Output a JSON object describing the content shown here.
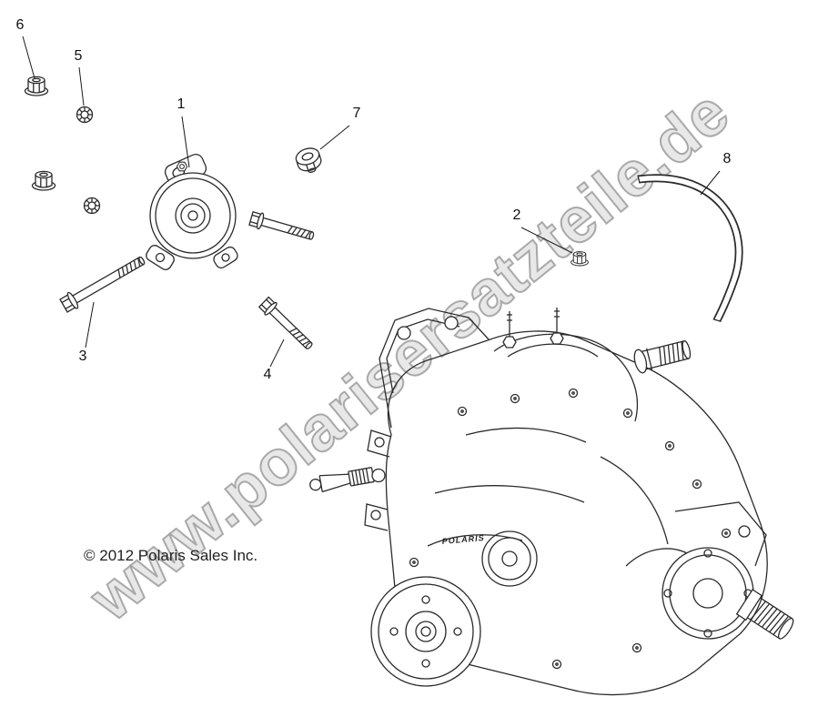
{
  "page": {
    "watermark": "www.polarisersatzteile.de",
    "copyright": "© 2012 Polaris Sales Inc."
  },
  "gearbox": {
    "case_label": "POLARIS"
  },
  "callouts": [
    {
      "label": "1"
    },
    {
      "label": "2"
    },
    {
      "label": "3"
    },
    {
      "label": "4"
    },
    {
      "label": "5"
    },
    {
      "label": "6"
    },
    {
      "label": "7"
    },
    {
      "label": "8"
    }
  ]
}
